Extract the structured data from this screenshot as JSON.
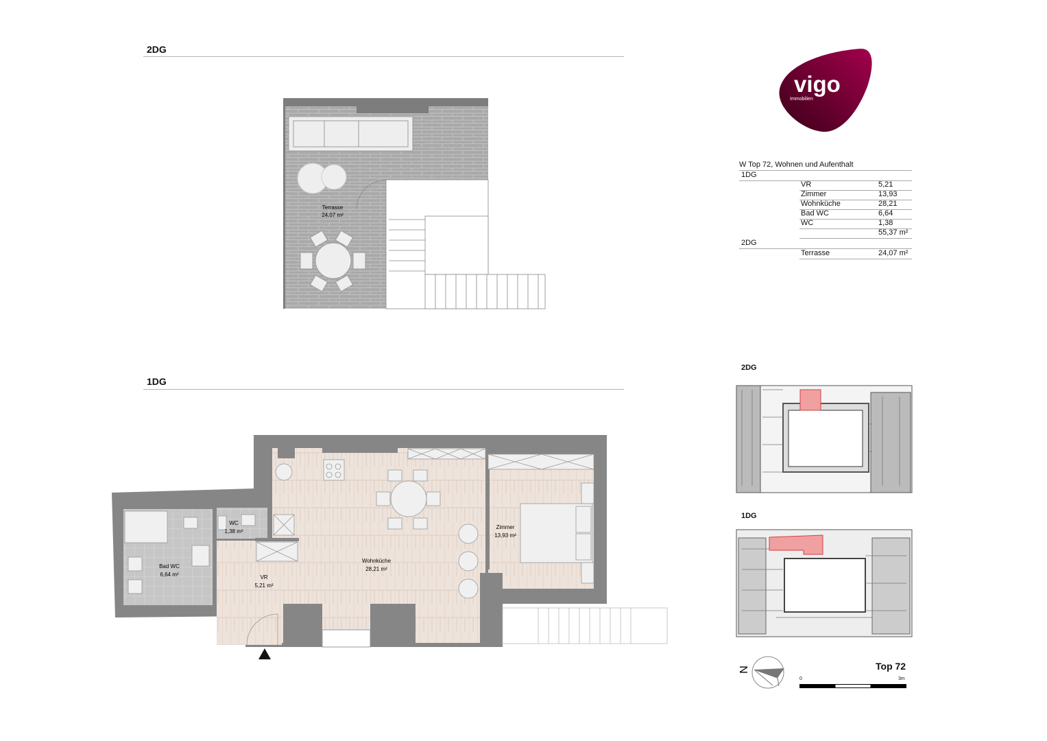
{
  "floors": {
    "upper": "2DG",
    "lower": "1DG"
  },
  "plan_upper": {
    "rooms": [
      {
        "name": "Terrasse",
        "area": "24,07 m²"
      }
    ]
  },
  "plan_lower": {
    "rooms": [
      {
        "name": "Bad WC",
        "area": "6,64 m²"
      },
      {
        "name": "WC",
        "area": "1,38 m²"
      },
      {
        "name": "VR",
        "area": "5,21 m²"
      },
      {
        "name": "Wohnküche",
        "area": "28,21 m²"
      },
      {
        "name": "Zimmer",
        "area": "13,93 m²"
      }
    ]
  },
  "logo": {
    "brand": "vigo",
    "sub": "Immobilien",
    "colors": [
      "#3a0018",
      "#a3004c"
    ]
  },
  "area_table": {
    "title": "W Top 72, Wohnen und Aufenthalt",
    "section1": "1DG",
    "rows1": [
      {
        "label": "VR",
        "value": "5,21"
      },
      {
        "label": "Zimmer",
        "value": "13,93"
      },
      {
        "label": "Wohnküche",
        "value": "28,21"
      },
      {
        "label": "Bad WC",
        "value": "6,64"
      },
      {
        "label": "WC",
        "value": "1,38"
      }
    ],
    "total1": "55,37 m²",
    "section2": "2DG",
    "rows2": [
      {
        "label": "Terrasse",
        "value": "24,07 m²"
      }
    ]
  },
  "keyplans": {
    "upper": "2DG",
    "lower": "1DG",
    "highlight": "#f0a0a0"
  },
  "legend": {
    "north": "N",
    "unit": "Top 72",
    "scale_start": "0",
    "scale_end": "3m"
  }
}
